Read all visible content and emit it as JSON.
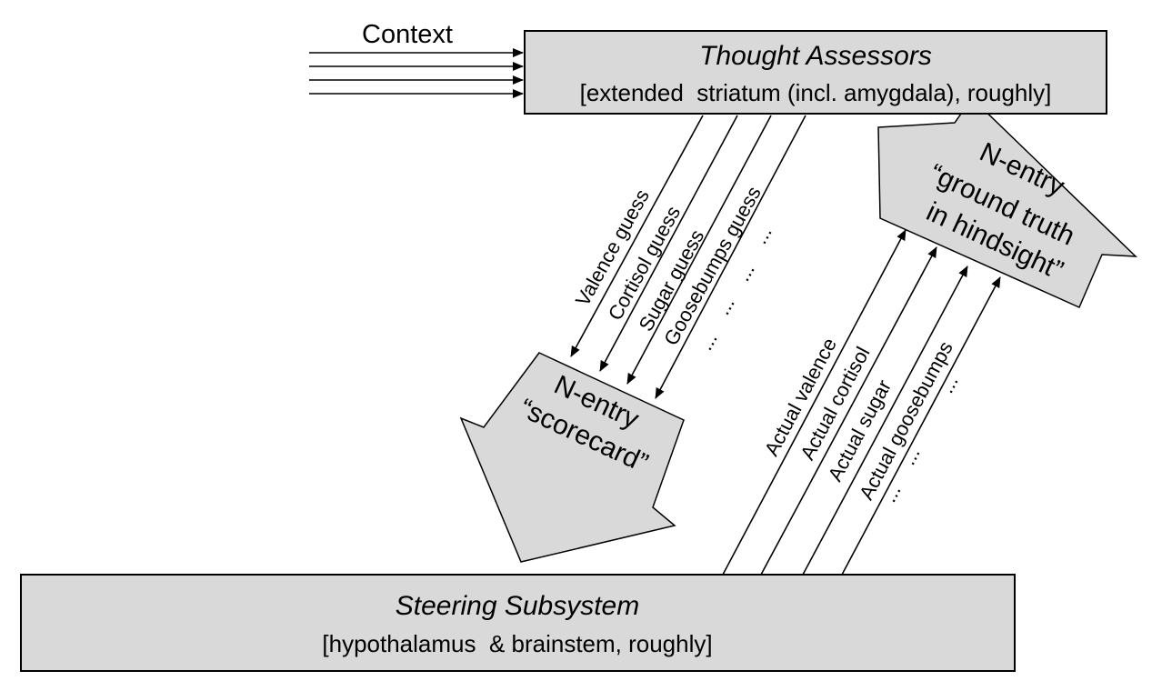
{
  "thought_assessors": {
    "title": "Thought Assessors",
    "subtitle": "[extended  striatum (incl. amygdala), roughly]"
  },
  "steering_subsystem": {
    "title": "Steering Subsystem",
    "subtitle": "[hypothalamus  & brainstem, roughly]"
  },
  "context": {
    "label": "Context"
  },
  "guess_labels": [
    "Valence guess",
    "Cortisol guess",
    "Sugar guess",
    "Goosebumps guess"
  ],
  "guess_ellipses": [
    "...",
    "...",
    "...",
    "..."
  ],
  "actual_labels": [
    "Actual valence",
    "Actual cortisol",
    "Actual sugar",
    "Actual goosebumps"
  ],
  "actual_ellipses": [
    "...",
    "...",
    "..."
  ],
  "scorecard": {
    "line1": "N-entry",
    "line2": "“scorecard”"
  },
  "ground_truth": {
    "line1": "N-entry",
    "line2": "“ground truth",
    "line3": "in hindsight”"
  }
}
